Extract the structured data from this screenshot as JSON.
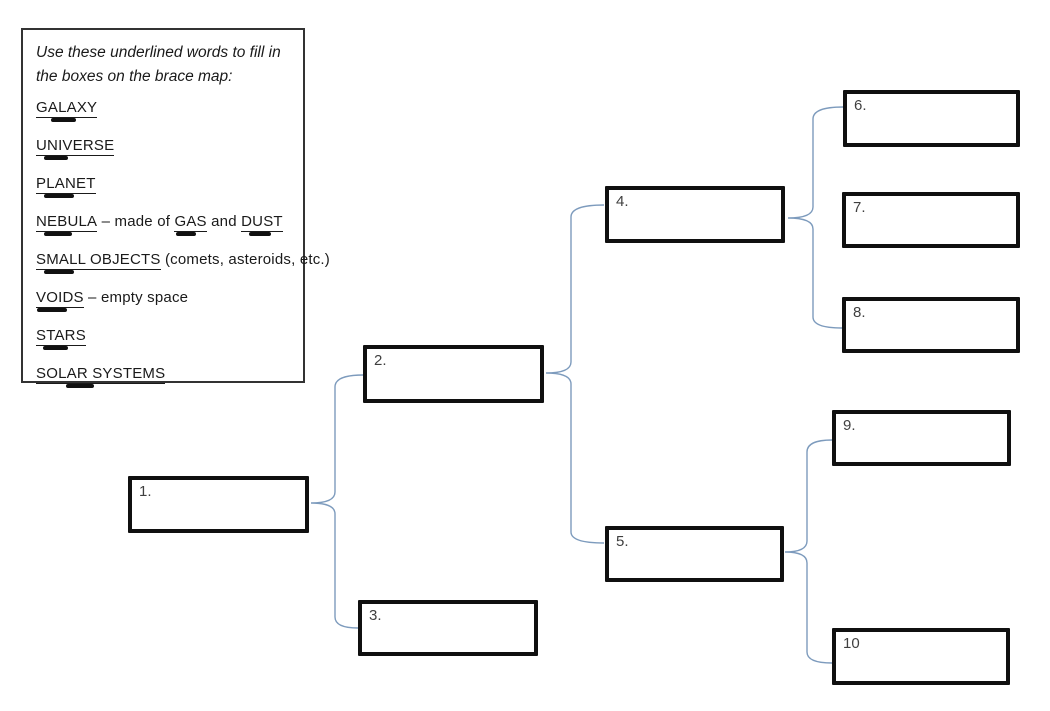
{
  "panel": {
    "instructions": [
      "Use these underlined words to fill in",
      "the boxes on the brace map:"
    ],
    "word_lines": [
      [
        {
          "t": "GALAXY",
          "u": true,
          "m": [
            15,
            25
          ]
        }
      ],
      [
        {
          "t": "UNIVERSE",
          "u": true,
          "m": [
            8,
            24
          ]
        }
      ],
      [
        {
          "t": "PLANET",
          "u": true,
          "m": [
            8,
            30
          ]
        }
      ],
      [
        {
          "t": "NEBULA",
          "u": true,
          "m": [
            8,
            28
          ]
        },
        {
          "t": " – made of ",
          "u": false
        },
        {
          "t": "GAS",
          "u": true,
          "m": [
            2,
            20
          ]
        },
        {
          "t": " and ",
          "u": false
        },
        {
          "t": "DUST",
          "u": true,
          "m": [
            8,
            22
          ]
        }
      ],
      [
        {
          "t": "SMALL OBJECTS",
          "u": true,
          "m": [
            8,
            30
          ]
        },
        {
          "t": " (comets, asteroids, etc.)",
          "u": false
        }
      ],
      [
        {
          "t": "VOIDS",
          "u": true,
          "m": [
            1,
            30
          ]
        },
        {
          "t": " – empty space",
          "u": false
        }
      ],
      [
        {
          "t": "STARS",
          "u": true,
          "m": [
            7,
            25
          ]
        }
      ],
      [
        {
          "t": "SOLAR SYSTEMS",
          "u": true,
          "m": [
            30,
            28
          ]
        }
      ]
    ]
  },
  "boxes": [
    {
      "label": "1."
    },
    {
      "label": "2."
    },
    {
      "label": "3."
    },
    {
      "label": "4."
    },
    {
      "label": "5."
    },
    {
      "label": "6."
    },
    {
      "label": "7."
    },
    {
      "label": "8."
    },
    {
      "label": "9."
    },
    {
      "label": "10"
    }
  ],
  "colors": {
    "brace": "#7d9bbd",
    "box_border": "#101010",
    "panel_border": "#333333",
    "label": "#3f3f3f",
    "text": "#1a1a1a",
    "mark": "#111111",
    "background": "#ffffff"
  }
}
